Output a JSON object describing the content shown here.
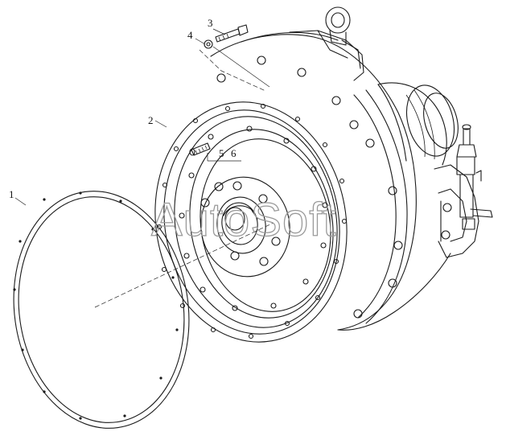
{
  "watermark": "AutoSoft",
  "callouts": {
    "c1": "1",
    "c2": "2",
    "c3": "3",
    "c4": "4",
    "c5": "5",
    "c6": "6"
  },
  "colors": {
    "line": "#1a1a1a",
    "watermark": "#9a9a9a",
    "background": "#ffffff"
  }
}
